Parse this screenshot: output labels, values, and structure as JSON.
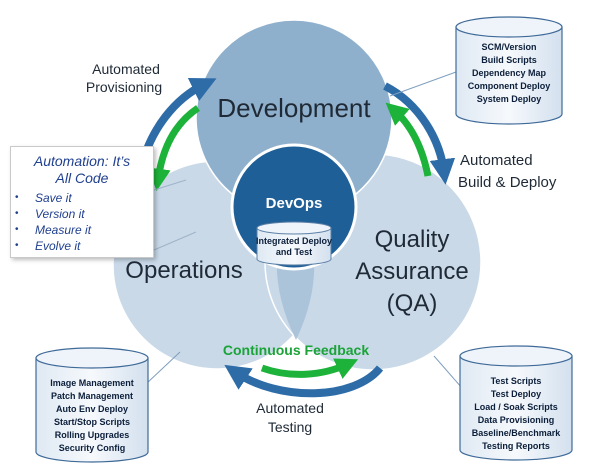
{
  "circles": {
    "development": "Development",
    "operations": "Operations",
    "qa_line1": "Quality",
    "qa_line2": "Assurance",
    "qa_line3": "(QA)"
  },
  "center": {
    "title": "DevOps",
    "drum_line1": "Integrated Deploy",
    "drum_line2": "and Test"
  },
  "arrows": {
    "provisioning_line1": "Automated",
    "provisioning_line2": "Provisioning",
    "build_line1": "Automated",
    "build_line2": "Build & Deploy",
    "testing_line1": "Automated",
    "testing_line2": "Testing",
    "feedback": "Continuous Feedback"
  },
  "callout": {
    "title_line1": "Automation: It’s",
    "title_line2": "All Code",
    "items": [
      "Save it",
      "Version it",
      "Measure it",
      "Evolve it"
    ]
  },
  "drums": {
    "top_right": [
      "SCM/Version",
      "Build Scripts",
      "Dependency Map",
      "Component Deploy",
      "System Deploy"
    ],
    "bottom_left": [
      "Image Management",
      "Patch Management",
      "Auto Env Deploy",
      "Start/Stop Scripts",
      "Rolling Upgrades",
      "Security Config"
    ],
    "bottom_right": [
      "Test Scripts",
      "Test Deploy",
      "Load / Soak Scripts",
      "Data Provisioning",
      "Baseline/Benchmark",
      "Testing Reports"
    ]
  },
  "colors": {
    "development_circle": "#8fb0cc",
    "side_circles": "#c9d9e8",
    "devops_circle": "#1f5f97",
    "blue_arrow": "#2e6ca8",
    "green_arrow": "#1db33a",
    "feedback_text": "#1aa337"
  }
}
